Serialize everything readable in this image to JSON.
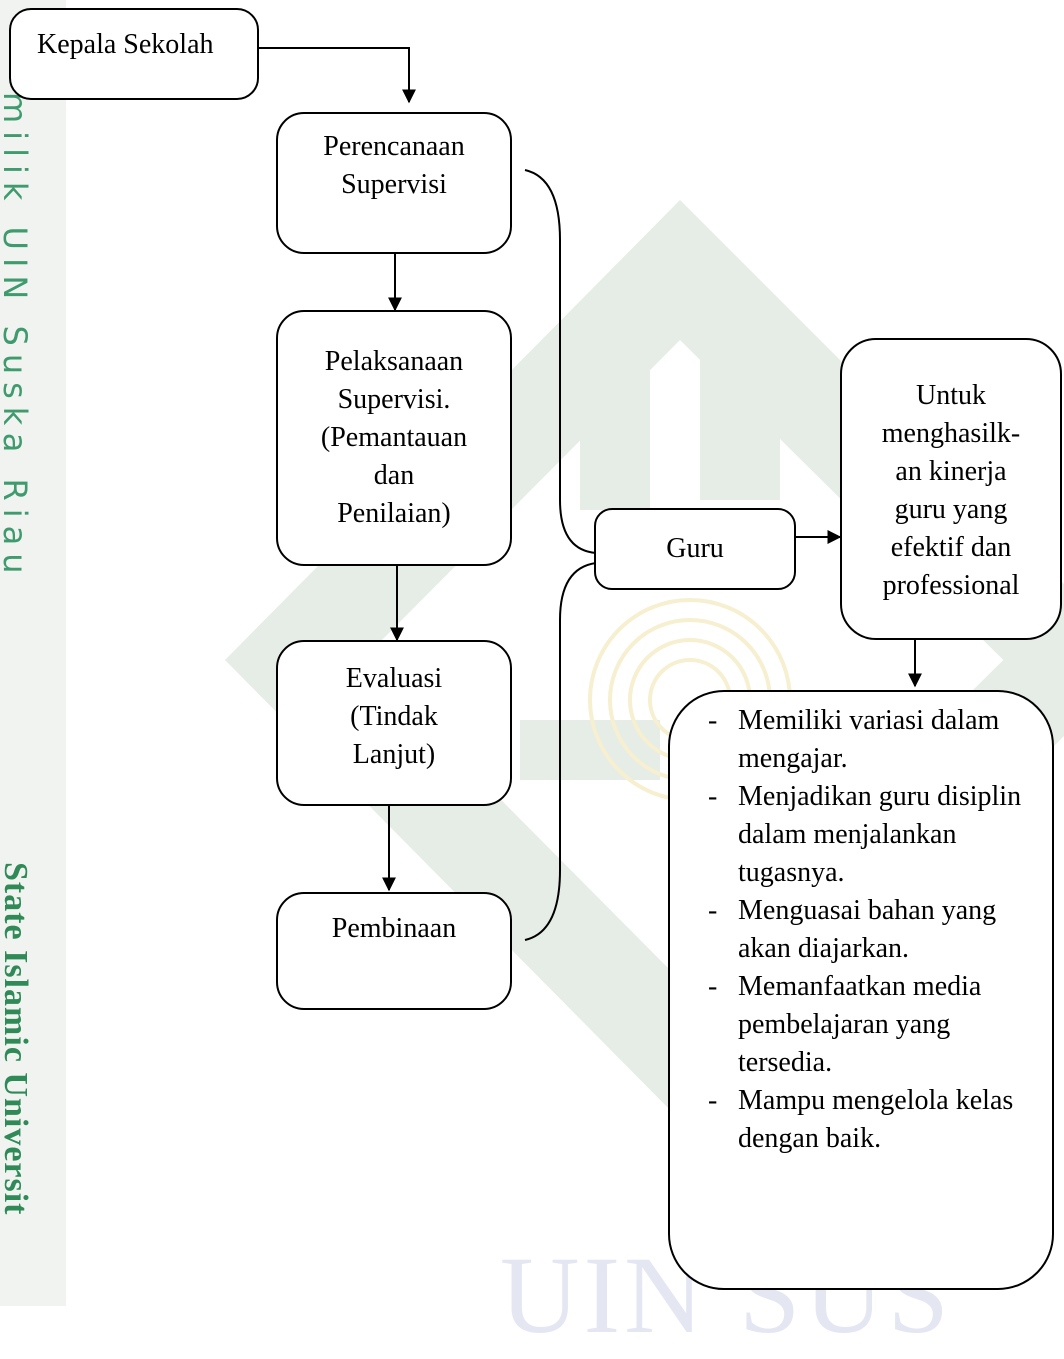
{
  "side_margin": {
    "top_text": "milik UIN Suska Riau",
    "bottom_text": "State Islamic Universit"
  },
  "watermark": {
    "text": "UIN SUS"
  },
  "nodes": {
    "kepala_sekolah": {
      "lines": [
        "Kepala Sekolah"
      ]
    },
    "perencanaan": {
      "lines": [
        "Perencanaan",
        "Supervisi"
      ]
    },
    "pelaksanaan": {
      "lines": [
        "Pelaksanaan",
        "Supervisi.",
        "(Pemantauan",
        "dan",
        "Penilaian)"
      ]
    },
    "evaluasi": {
      "lines": [
        "Evaluasi",
        "(Tindak",
        "Lanjut)"
      ]
    },
    "pembinaan": {
      "lines": [
        "Pembinaan"
      ]
    },
    "guru": {
      "lines": [
        "Guru"
      ]
    },
    "untuk": {
      "lines": [
        "Untuk",
        "menghasilk-",
        "an kinerja",
        "guru yang",
        "efektif dan",
        "professional"
      ]
    }
  },
  "outcomes": {
    "items": [
      {
        "dash": "-",
        "lines": [
          "Memiliki variasi",
          "dalam mengajar."
        ]
      },
      {
        "dash": "-",
        "lines": [
          "Menjadikan guru",
          "disiplin dalam",
          "menjalankan",
          "tugasnya."
        ]
      },
      {
        "dash": "-",
        "lines": [
          "Menguasai bahan",
          "yang akan diajarkan."
        ]
      },
      {
        "dash": "-",
        "lines": [
          "Memanfaatkan media",
          "pembelajaran yang",
          "tersedia."
        ]
      },
      {
        "dash": "-",
        "lines": [
          "Mampu mengelola",
          "kelas dengan baik."
        ]
      }
    ]
  },
  "colors": {
    "margin_text_top": "#3f9a6e",
    "margin_text_bottom": "#2f8a58",
    "watermark_green": "#e6ece6",
    "watermark_yellow": "#f8f2d8"
  }
}
